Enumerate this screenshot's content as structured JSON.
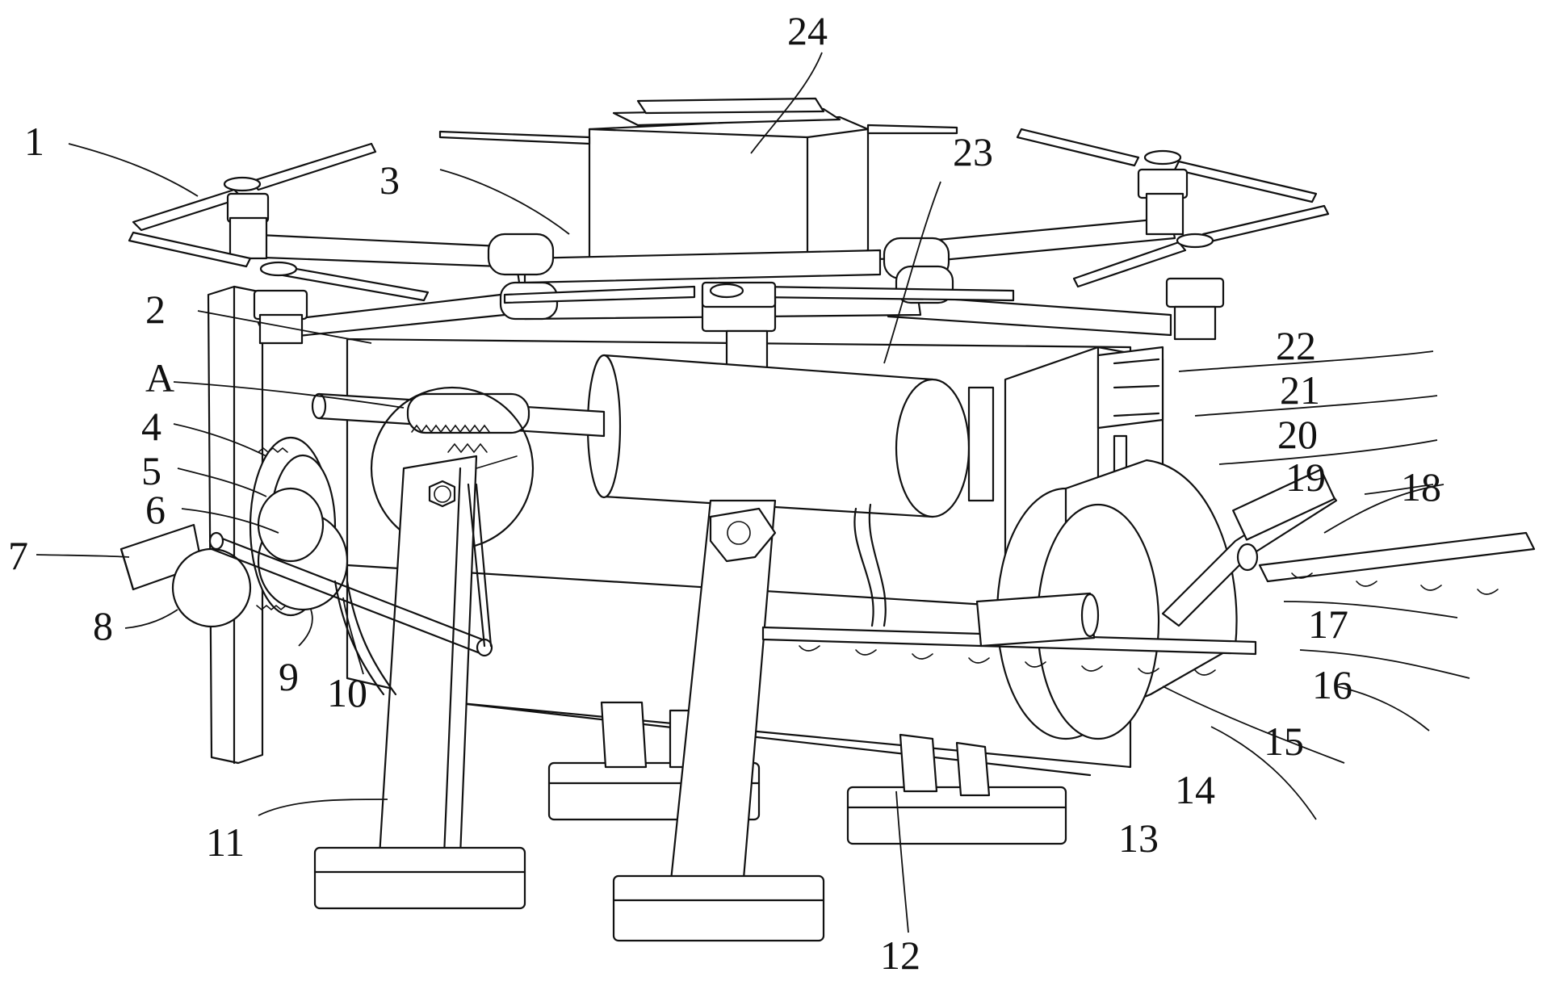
{
  "labels": [
    {
      "id": "1",
      "text": "1"
    },
    {
      "id": "2",
      "text": "2"
    },
    {
      "id": "3",
      "text": "3"
    },
    {
      "id": "A",
      "text": "A"
    },
    {
      "id": "4",
      "text": "4"
    },
    {
      "id": "5",
      "text": "5"
    },
    {
      "id": "6",
      "text": "6"
    },
    {
      "id": "7",
      "text": "7"
    },
    {
      "id": "8",
      "text": "8"
    },
    {
      "id": "9",
      "text": "9"
    },
    {
      "id": "10",
      "text": "10"
    },
    {
      "id": "11",
      "text": "11"
    },
    {
      "id": "12",
      "text": "12"
    },
    {
      "id": "13",
      "text": "13"
    },
    {
      "id": "14",
      "text": "14"
    },
    {
      "id": "15",
      "text": "15"
    },
    {
      "id": "16",
      "text": "16"
    },
    {
      "id": "17",
      "text": "17"
    },
    {
      "id": "18",
      "text": "18"
    },
    {
      "id": "19",
      "text": "19"
    },
    {
      "id": "20",
      "text": "20"
    },
    {
      "id": "21",
      "text": "21"
    },
    {
      "id": "22",
      "text": "22"
    },
    {
      "id": "23",
      "text": "23"
    },
    {
      "id": "24",
      "text": "24"
    }
  ]
}
